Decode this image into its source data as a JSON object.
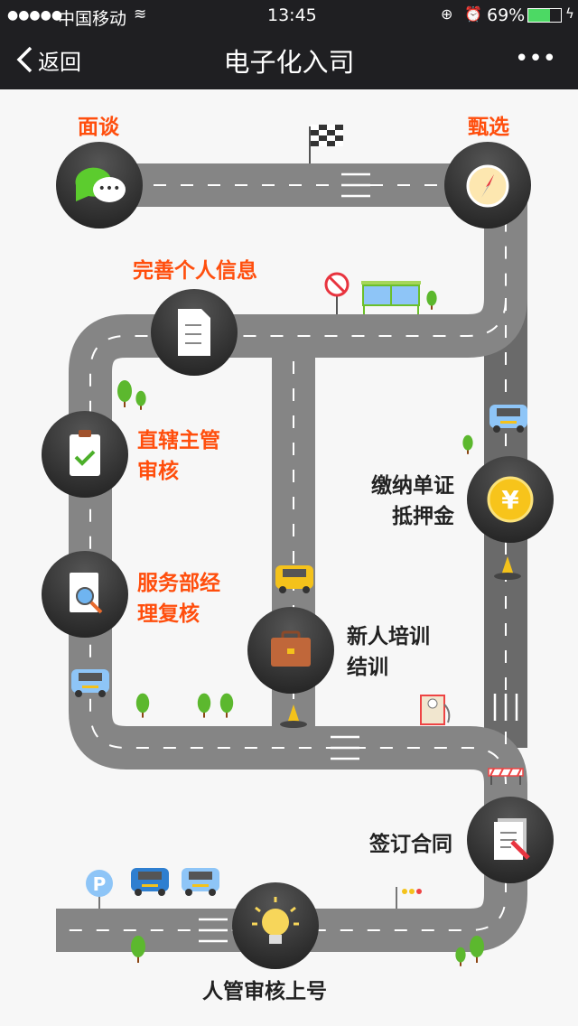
{
  "status_bar": {
    "signal": "●●●●●",
    "carrier": "中国移动",
    "time": "13:45",
    "battery": "69%"
  },
  "nav": {
    "back": "返回",
    "title": "电子化入司",
    "more": "•••"
  },
  "colors": {
    "accent": "#ff4e0d",
    "header": "#1f1f22",
    "road": "#858585",
    "node": "#3a3a3a"
  },
  "steps": [
    {
      "label": "面谈",
      "icon": "chat-icon"
    },
    {
      "label": "甄选",
      "icon": "compass-icon"
    },
    {
      "label": "完善个人信息",
      "icon": "document-icon"
    },
    {
      "label_line1": "直辖主管",
      "label_line2": "审核",
      "icon": "clipboard-check-icon"
    },
    {
      "label_line1": "服务部经",
      "label_line2": "理复核",
      "icon": "search-document-icon"
    },
    {
      "label_line1": "缴纳单证",
      "label_line2": "抵押金",
      "icon": "yuan-coin-icon"
    },
    {
      "label_line1": "新人培训",
      "label_line2": "结训",
      "icon": "briefcase-icon"
    },
    {
      "label": "签订合同",
      "icon": "contract-icon"
    },
    {
      "label": "人管审核上号",
      "icon": "lightbulb-icon"
    }
  ],
  "parking_sign": "P"
}
